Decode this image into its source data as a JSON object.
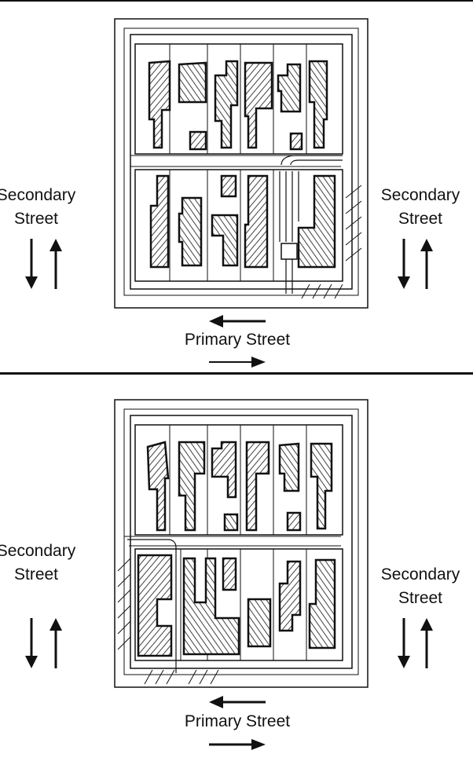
{
  "panels": [
    {
      "left_label": [
        "Secondary",
        "Street"
      ],
      "right_label": [
        "Secondary",
        "Street"
      ],
      "bottom_label": "Primary Street"
    },
    {
      "left_label": [
        "Secondary",
        "Street"
      ],
      "right_label": [
        "Secondary",
        "Street"
      ],
      "bottom_label": "Primary Street"
    }
  ],
  "colors": {
    "ink": "#111111",
    "paper": "#ffffff"
  },
  "icons": [
    "arrow-up-icon",
    "arrow-down-icon",
    "arrow-left-icon",
    "arrow-right-icon"
  ]
}
